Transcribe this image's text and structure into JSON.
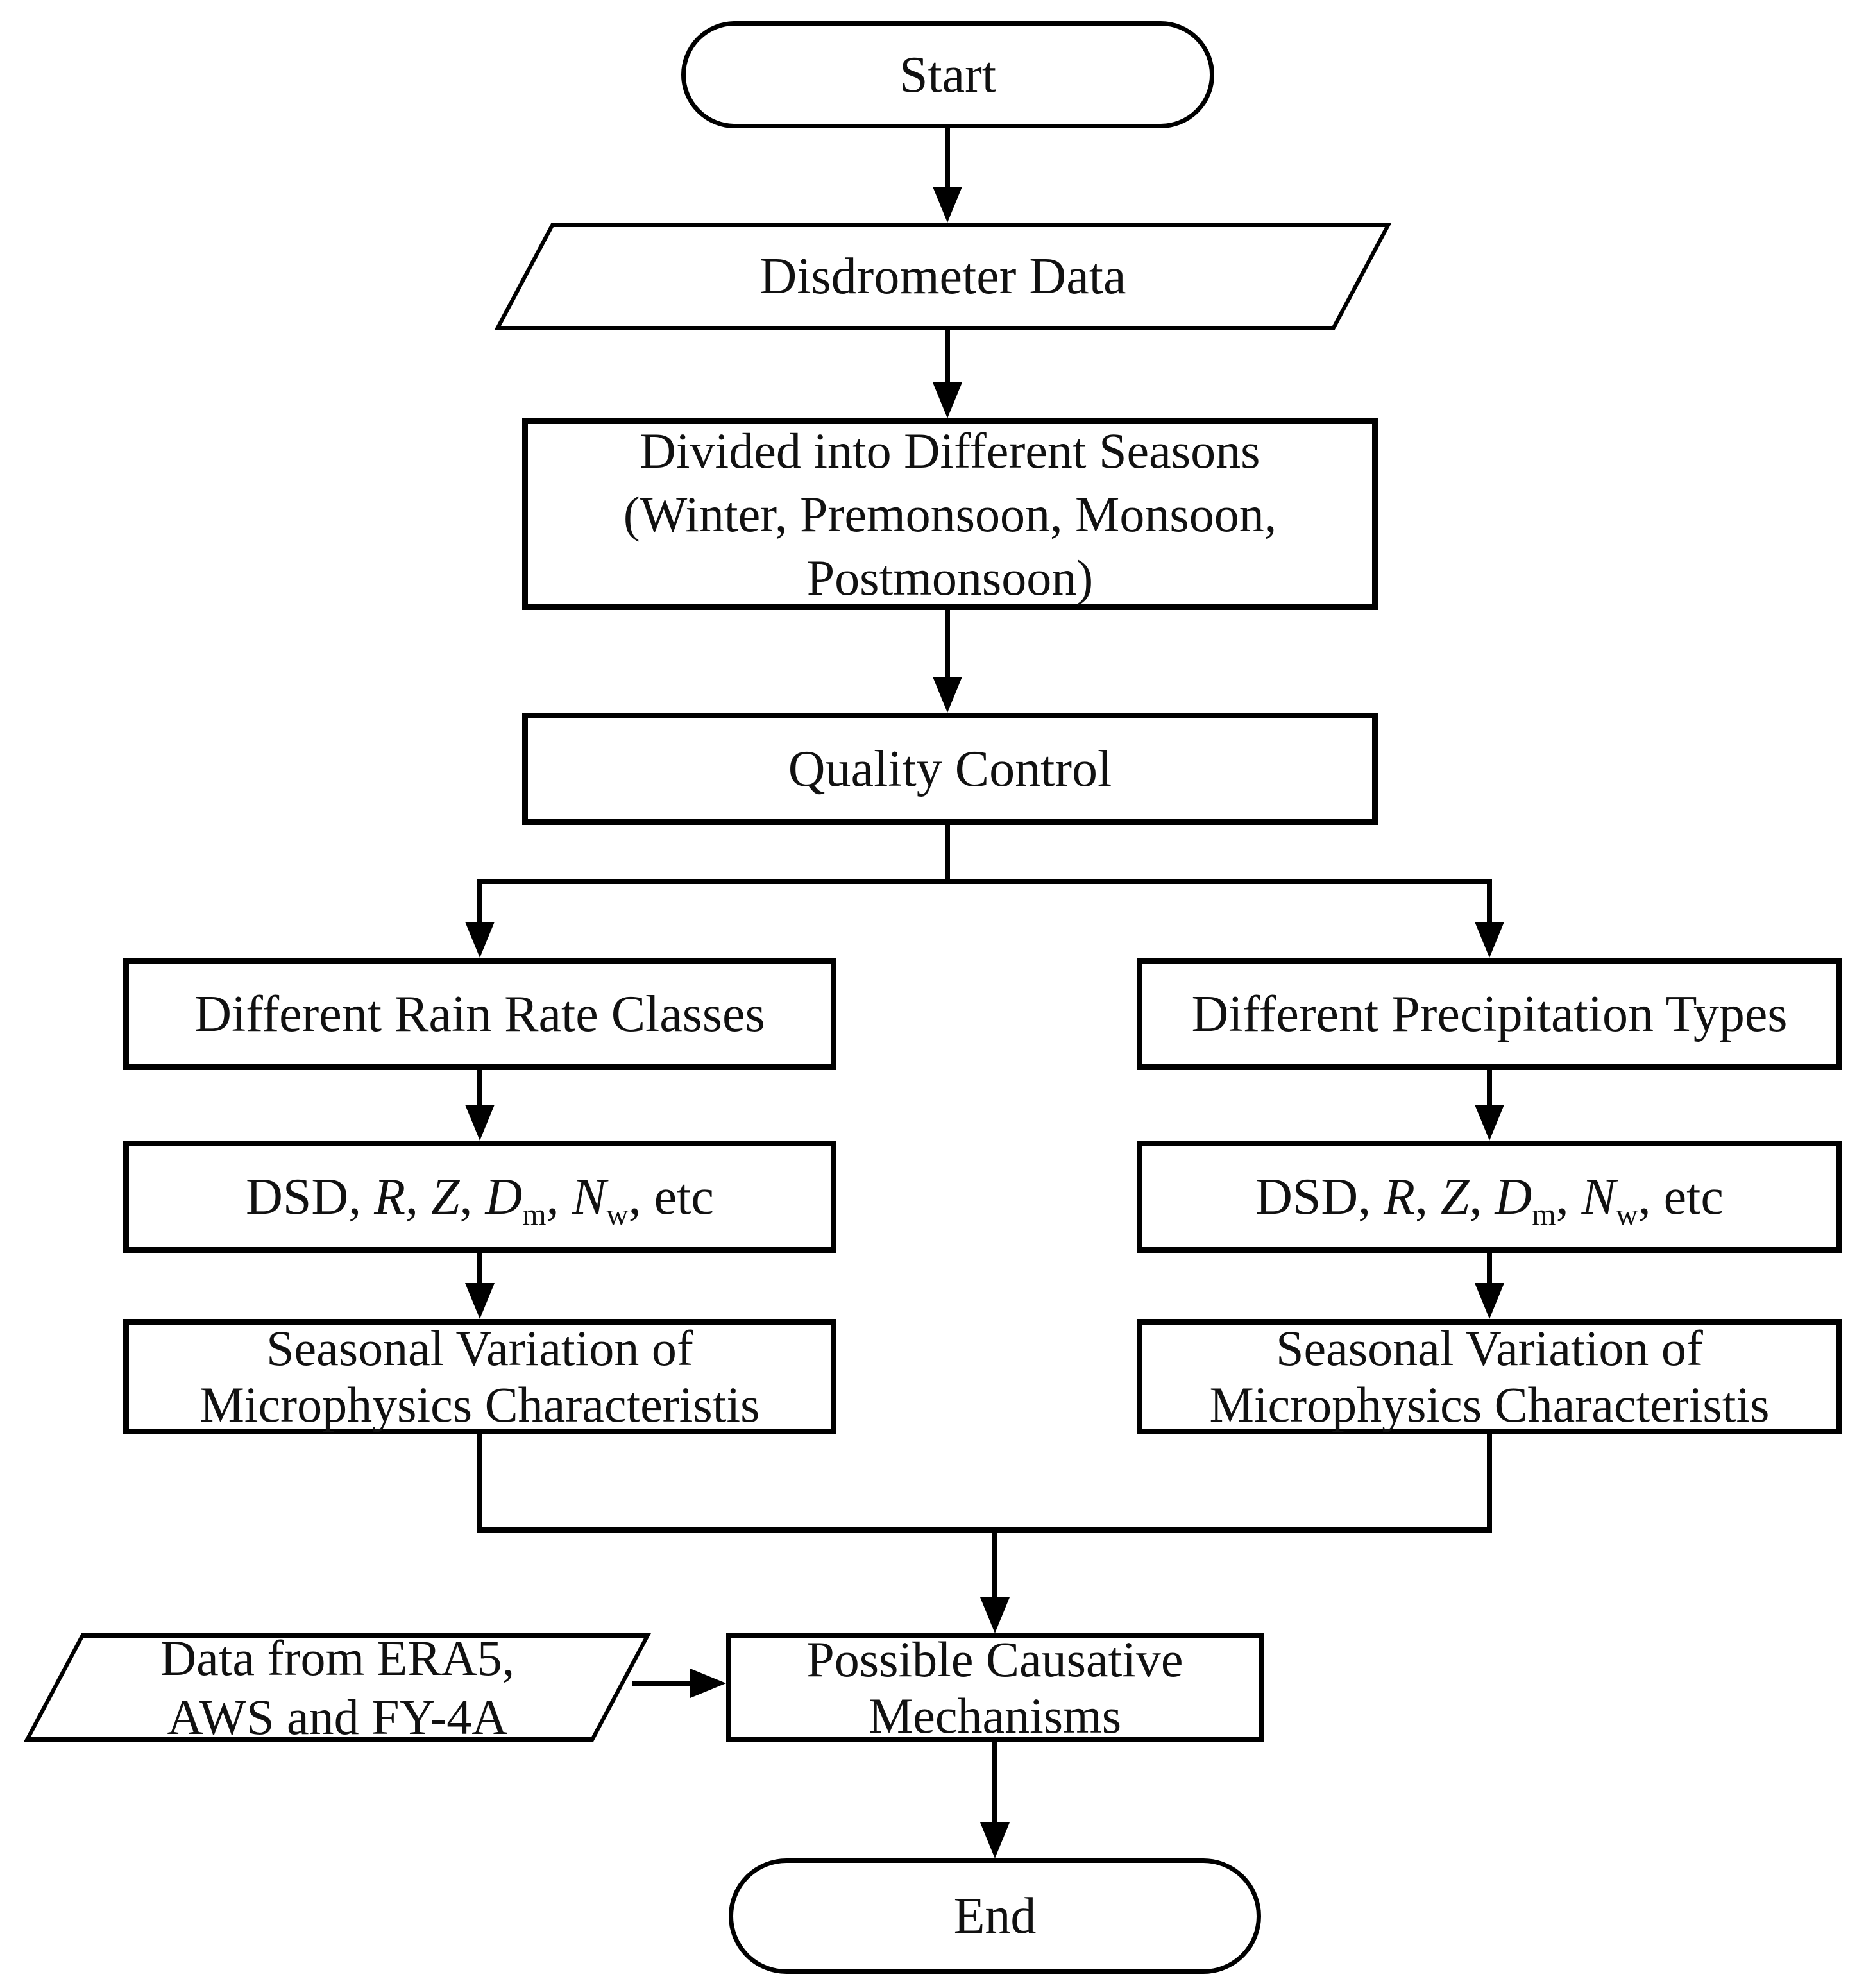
{
  "colors": {
    "background": "#ffffff",
    "stroke": "#000000",
    "text": "#111111"
  },
  "flowchart": {
    "start": "Start",
    "disdrometer": "Disdrometer Data",
    "divided_lines": [
      "Divided into Different Seasons",
      "(Winter, Premonsoon, Monsoon,",
      "Postmonsoon)"
    ],
    "quality_control": "Quality Control",
    "rain_rate_classes": "Different Rain Rate Classes",
    "precipitation_types": "Different Precipitation Types",
    "dsd_parts": [
      "DSD, ",
      "R",
      ", ",
      "Z",
      ", ",
      "D",
      "m",
      ", ",
      "N",
      "w",
      ", etc"
    ],
    "seasonal_lines": [
      "Seasonal Variation of",
      "Microphysics Characteristis"
    ],
    "era5_lines": [
      "Data from ERA5,",
      "AWS and FY-4A"
    ],
    "causative_lines": [
      "Possible Causative",
      "Mechanisms"
    ],
    "end": "End"
  }
}
